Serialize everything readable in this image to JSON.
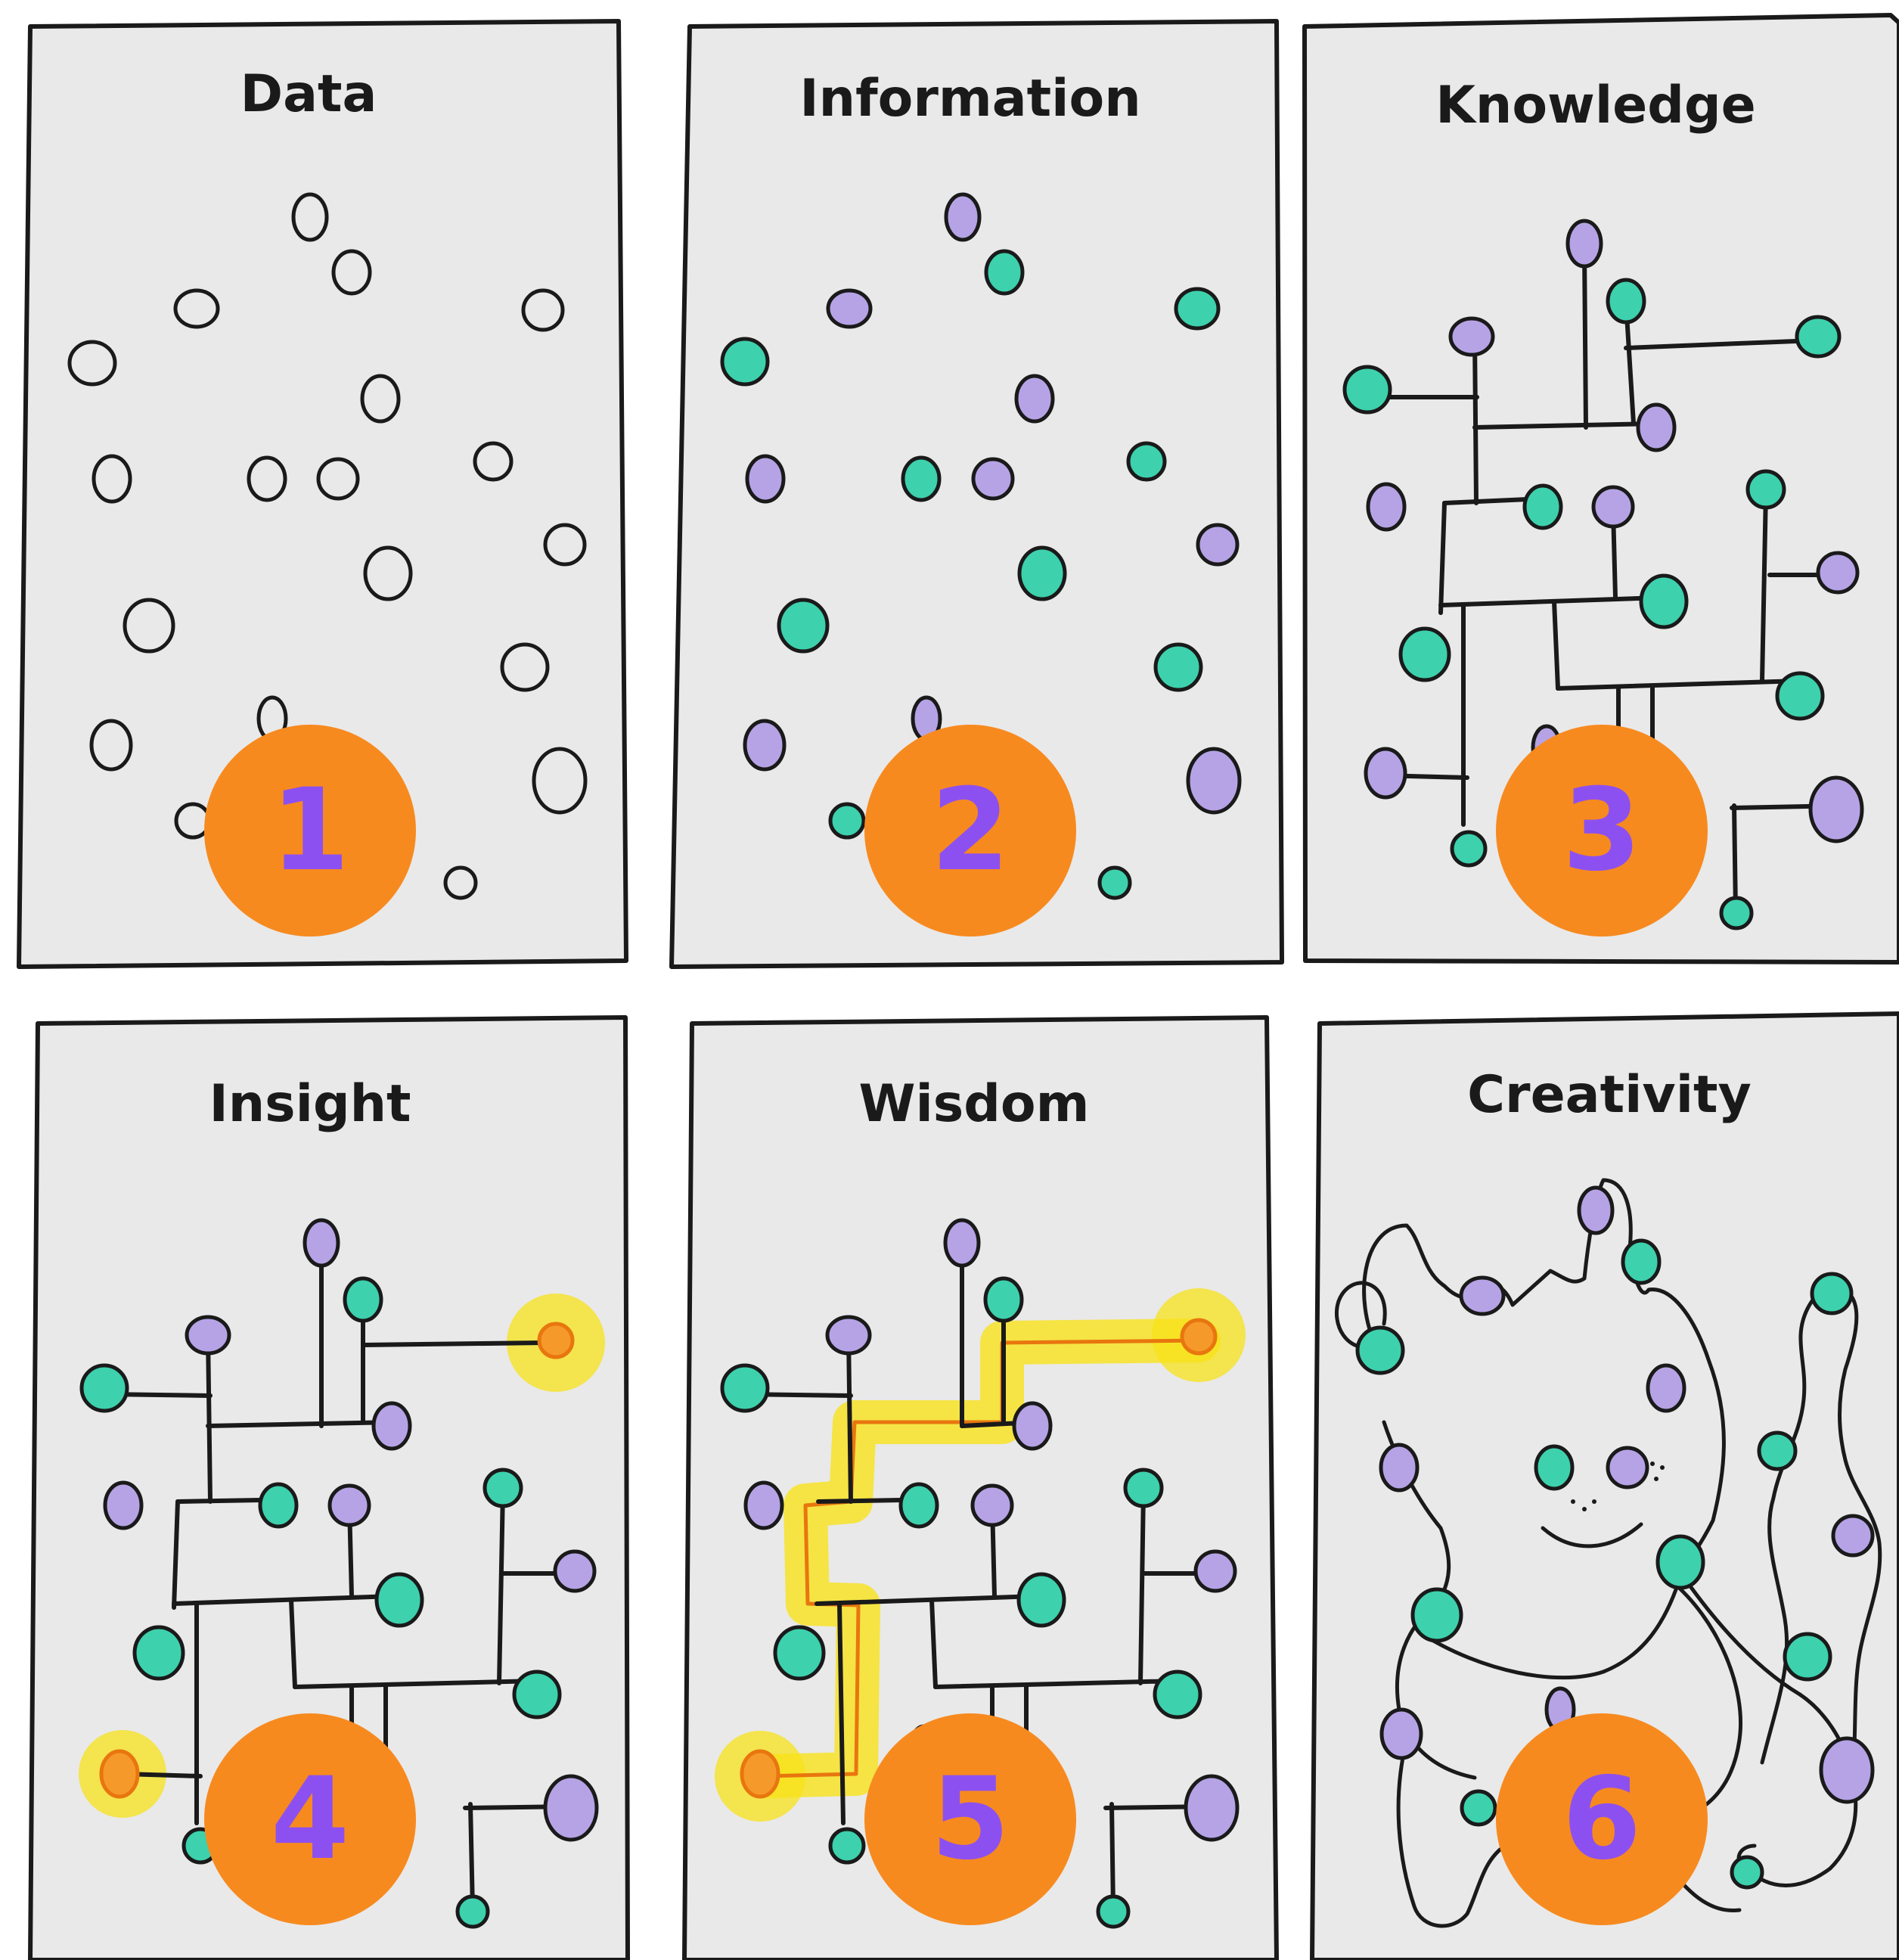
{
  "panels": [
    {
      "id": "data",
      "title": "Data",
      "number": "1"
    },
    {
      "id": "information",
      "title": "Information",
      "number": "2"
    },
    {
      "id": "knowledge",
      "title": "Knowledge",
      "number": "3"
    },
    {
      "id": "insight",
      "title": "Insight",
      "number": "4"
    },
    {
      "id": "wisdom",
      "title": "Wisdom",
      "number": "5"
    },
    {
      "id": "creativity",
      "title": "Creativity",
      "number": "6"
    }
  ],
  "colors": {
    "panel_fill": "#e9e9e9",
    "ink": "#1a1a1a",
    "teal": "#3dd1ad",
    "purple": "#b6a3e6",
    "highlight": "#f7e21a",
    "highlight_path": "#e8760f",
    "badge": "#f78a1f",
    "badge_number": "#8d50f0"
  }
}
